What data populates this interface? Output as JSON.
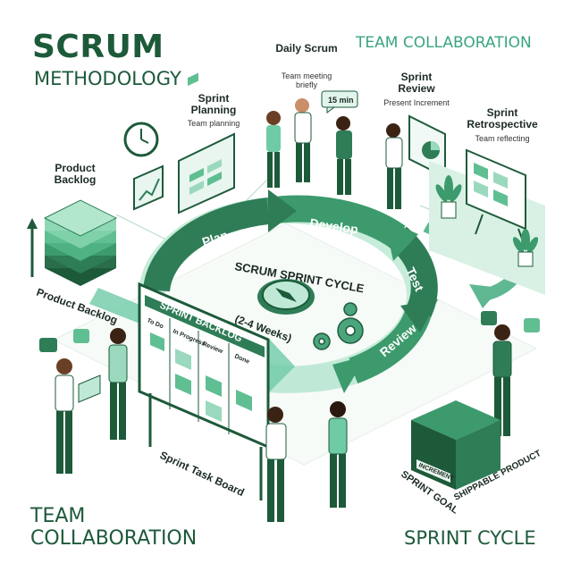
{
  "header": {
    "title": "SCRUM",
    "subtitle": "METHODOLOGY",
    "team_top": "TEAM COLLABORATION"
  },
  "events": {
    "daily_scrum": {
      "title": "Daily Scrum",
      "desc": "Team meeting briefly",
      "badge": "15 min"
    },
    "sprint_planning": {
      "title": "Sprint Planning",
      "desc": "Team planning"
    },
    "sprint_review": {
      "title": "Sprint Review",
      "desc": "Present Increment"
    },
    "sprint_retrospective": {
      "title": "Sprint Retrospective",
      "desc": "Team reflecting"
    }
  },
  "product_backlog": {
    "label_top": "Product Backlog",
    "label_side": "Product Backlog"
  },
  "cycle": {
    "title": "SCRUM SPRINT CYCLE",
    "duration": "(2-4 Weeks)",
    "stages": [
      "Plan",
      "Develop",
      "Test",
      "Review"
    ]
  },
  "board": {
    "title": "SPRINT BACKLOG",
    "columns": [
      "To Do",
      "In Progress",
      "Review",
      "Done"
    ],
    "caption": "Sprint Task Board"
  },
  "sprint_goal": "SPRINT GOAL",
  "increment": "INCREMENT",
  "shippable": "SHIPPABLE PRODUCT",
  "footer": {
    "left": "TEAM COLLABORATION",
    "right": "SPRINT CYCLE"
  },
  "colors": {
    "dark_green": "#1d5a3a",
    "mid_green": "#2e7d57",
    "mint": "#6fcba6",
    "light_mint": "#bfe9d6",
    "skin": "#8a5a3c"
  }
}
